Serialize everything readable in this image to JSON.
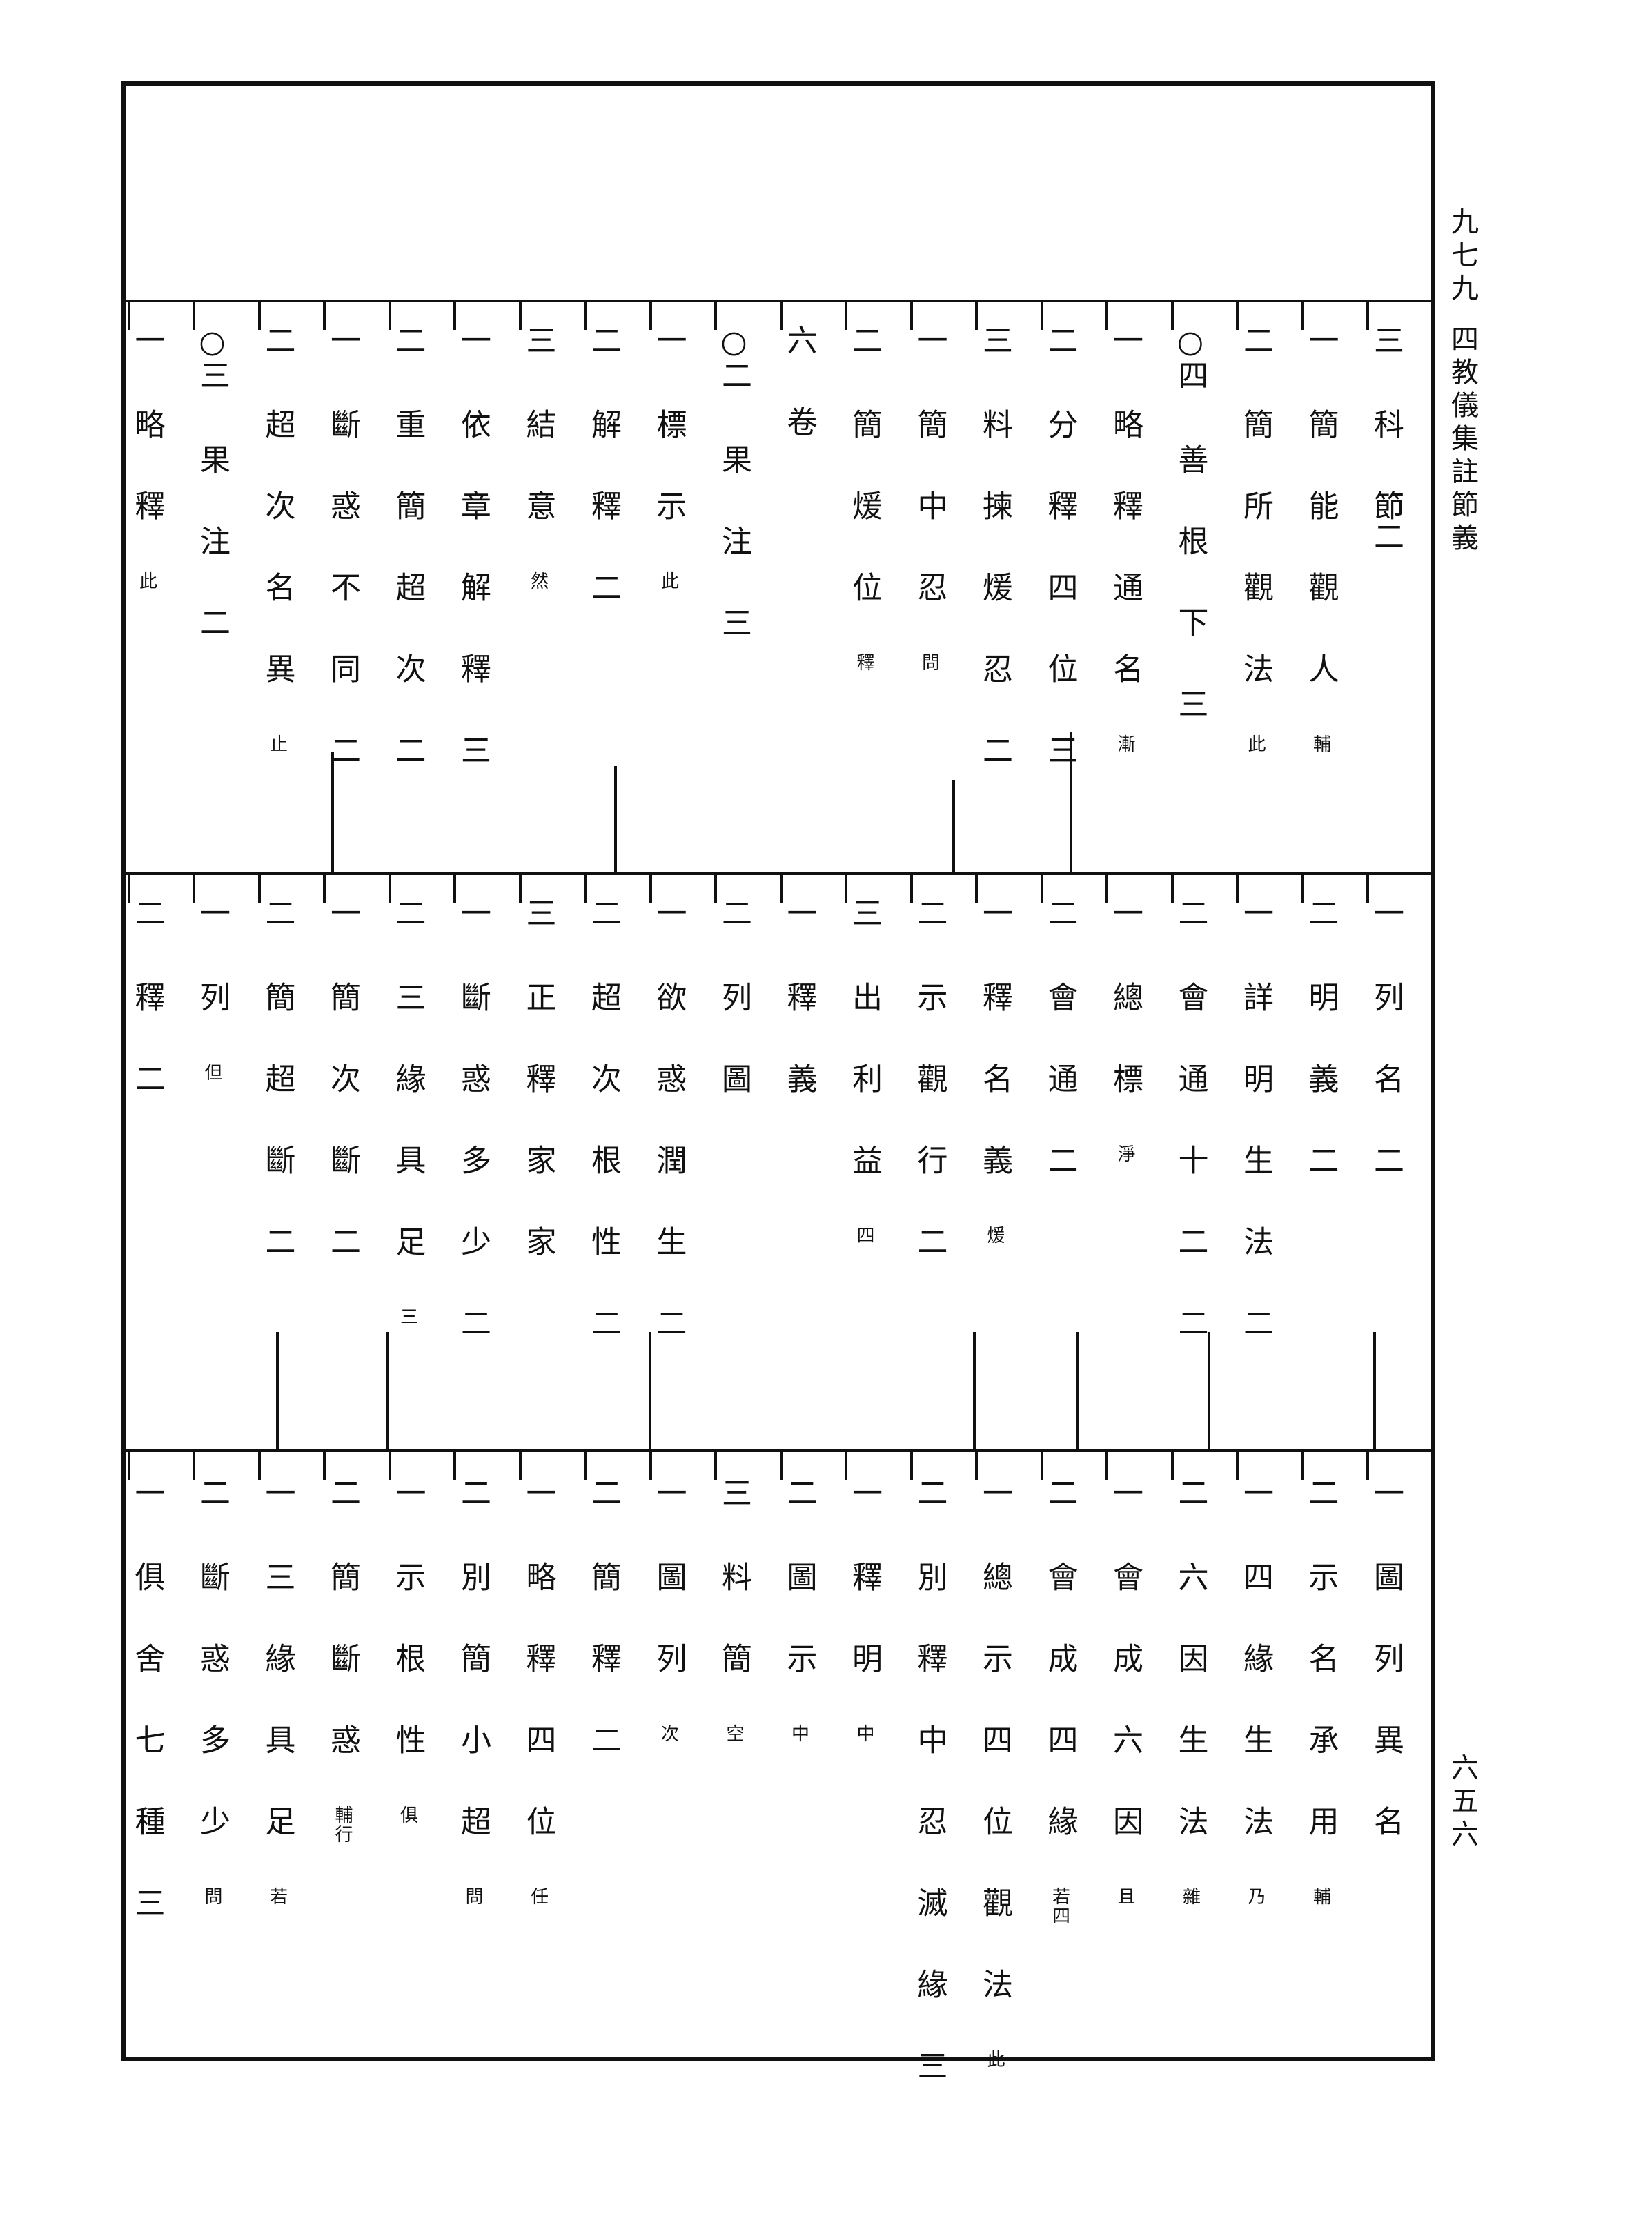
{
  "margin": {
    "volume_no": "九七九",
    "book_title": "四教儀集註節義",
    "page_no": "六五六"
  },
  "rows": [
    {
      "id": "top",
      "entries": [
        {
          "num": "三",
          "text": "科",
          "note": "",
          "close": "節二"
        },
        {
          "num": "一",
          "text": "簡能觀人",
          "note": "輔",
          "close": ""
        },
        {
          "num": "二",
          "text": "簡所觀法",
          "note": "此",
          "close": ""
        },
        {
          "num": "○四",
          "text": "善根下",
          "note": "",
          "close": "三"
        },
        {
          "num": "一",
          "text": "略釋通名",
          "note": "漸",
          "close": ""
        },
        {
          "num": "二",
          "text": "分釋四位",
          "note": "",
          "close": "三"
        },
        {
          "num": "三",
          "text": "料揀煖忍",
          "note": "",
          "close": "二"
        },
        {
          "num": "一",
          "text": "簡中忍",
          "note": "問",
          "close": ""
        },
        {
          "num": "二",
          "text": "簡煖位",
          "note": "釋",
          "close": ""
        },
        {
          "num": "",
          "text": "六卷",
          "note": "",
          "close": ""
        },
        {
          "num": "○二",
          "text": "果注",
          "note": "",
          "close": "三"
        },
        {
          "num": "一",
          "text": "標示",
          "note": "此",
          "close": ""
        },
        {
          "num": "二",
          "text": "解釋",
          "note": "",
          "close": "二"
        },
        {
          "num": "三",
          "text": "結意",
          "note": "然",
          "close": ""
        },
        {
          "num": "一",
          "text": "依章解釋",
          "note": "",
          "close": "三"
        },
        {
          "num": "二",
          "text": "重簡超次",
          "note": "",
          "close": "二"
        },
        {
          "num": "一",
          "text": "斷惑不同",
          "note": "",
          "close": "二"
        },
        {
          "num": "二",
          "text": "超次名異",
          "note": "止",
          "close": ""
        },
        {
          "num": "○三",
          "text": "果注",
          "note": "",
          "close": "二"
        },
        {
          "num": "一",
          "text": "略釋",
          "note": "此",
          "close": ""
        }
      ]
    },
    {
      "id": "middle",
      "entries": [
        {
          "num": "一",
          "text": "列名",
          "note": "",
          "close": "二"
        },
        {
          "num": "二",
          "text": "明義",
          "note": "",
          "close": "二"
        },
        {
          "num": "一",
          "text": "詳明生法",
          "note": "",
          "close": "二"
        },
        {
          "num": "二",
          "text": "會通十二",
          "note": "",
          "close": "二"
        },
        {
          "num": "一",
          "text": "總標",
          "note": "淨",
          "close": ""
        },
        {
          "num": "二",
          "text": "會通",
          "note": "",
          "close": "二"
        },
        {
          "num": "一",
          "text": "釋名義",
          "note": "煖",
          "close": ""
        },
        {
          "num": "二",
          "text": "示觀行",
          "note": "",
          "close": "二"
        },
        {
          "num": "三",
          "text": "出利益",
          "note": "四",
          "close": ""
        },
        {
          "num": "一",
          "text": "釋義",
          "note": "",
          "close": ""
        },
        {
          "num": "二",
          "text": "列圖",
          "note": "",
          "close": ""
        },
        {
          "num": "一",
          "text": "欲惑潤生",
          "note": "",
          "close": "二"
        },
        {
          "num": "二",
          "text": "超次根性",
          "note": "",
          "close": "二"
        },
        {
          "num": "三",
          "text": "正釋家家",
          "note": "",
          "close": ""
        },
        {
          "num": "一",
          "text": "斷惑多少",
          "note": "",
          "close": "二"
        },
        {
          "num": "二",
          "text": "三緣具足",
          "note": "三",
          "close": ""
        },
        {
          "num": "一",
          "text": "簡次斷",
          "note": "",
          "close": "二"
        },
        {
          "num": "二",
          "text": "簡超斷",
          "note": "",
          "close": "二"
        },
        {
          "num": "一",
          "text": "列",
          "note": "但",
          "close": ""
        },
        {
          "num": "二",
          "text": "釋",
          "note": "",
          "close": "二"
        }
      ]
    },
    {
      "id": "bottom",
      "entries": [
        {
          "num": "一",
          "text": "圖列異名",
          "note": "",
          "close": ""
        },
        {
          "num": "二",
          "text": "示名承用",
          "note": "輔",
          "close": ""
        },
        {
          "num": "一",
          "text": "四緣生法",
          "note": "乃",
          "close": ""
        },
        {
          "num": "二",
          "text": "六因生法",
          "note": "雜",
          "close": ""
        },
        {
          "num": "一",
          "text": "會成六因",
          "note": "且",
          "close": ""
        },
        {
          "num": "二",
          "text": "會成四緣",
          "note": "若四",
          "close": ""
        },
        {
          "num": "一",
          "text": "總示四位觀法",
          "note": "此",
          "close": ""
        },
        {
          "num": "二",
          "text": "別釋中忍滅緣",
          "note": "",
          "close": "三"
        },
        {
          "num": "一",
          "text": "釋明",
          "note": "中",
          "close": ""
        },
        {
          "num": "二",
          "text": "圖示",
          "note": "中",
          "close": ""
        },
        {
          "num": "三",
          "text": "料簡",
          "note": "空",
          "close": ""
        },
        {
          "num": "一",
          "text": "圖列",
          "note": "次",
          "close": ""
        },
        {
          "num": "二",
          "text": "簡釋",
          "note": "",
          "close": "二"
        },
        {
          "num": "一",
          "text": "略釋四位",
          "note": "任",
          "close": ""
        },
        {
          "num": "二",
          "text": "別簡小超",
          "note": "問",
          "close": ""
        },
        {
          "num": "一",
          "text": "示根性",
          "note": "俱",
          "close": ""
        },
        {
          "num": "二",
          "text": "簡斷惑",
          "note": "輔行",
          "close": ""
        },
        {
          "num": "一",
          "text": "三緣具足",
          "note": "若",
          "close": ""
        },
        {
          "num": "二",
          "text": "斷惑多少",
          "note": "問",
          "close": ""
        },
        {
          "num": "一",
          "text": "俱舍七種",
          "note": "",
          "close": "三"
        }
      ]
    }
  ]
}
